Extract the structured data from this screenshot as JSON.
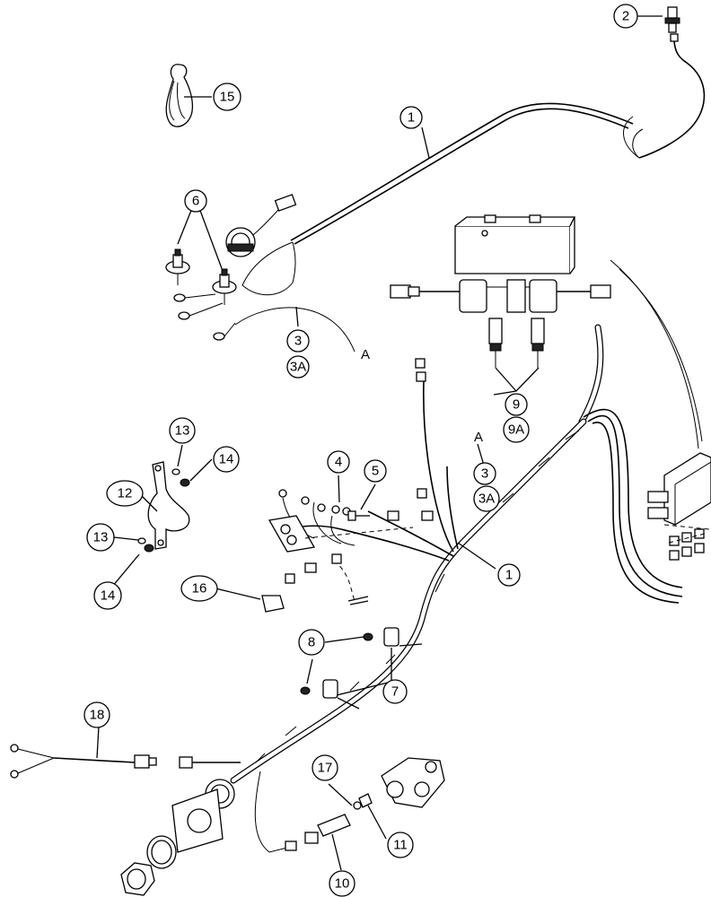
{
  "callouts": [
    {
      "id": "c2",
      "label": "2"
    },
    {
      "id": "c15",
      "label": "15"
    },
    {
      "id": "c1a",
      "label": "1"
    },
    {
      "id": "c6",
      "label": "6"
    },
    {
      "id": "c3a",
      "label": "3"
    },
    {
      "id": "c3Aa",
      "label": "3A"
    },
    {
      "id": "c9",
      "label": "9"
    },
    {
      "id": "c9A",
      "label": "9A"
    },
    {
      "id": "c13a",
      "label": "13"
    },
    {
      "id": "c14a",
      "label": "14"
    },
    {
      "id": "c4",
      "label": "4"
    },
    {
      "id": "c5",
      "label": "5"
    },
    {
      "id": "c3b",
      "label": "3"
    },
    {
      "id": "c3Ab",
      "label": "3A"
    },
    {
      "id": "c12",
      "label": "12"
    },
    {
      "id": "c13b",
      "label": "13"
    },
    {
      "id": "c14b",
      "label": "14"
    },
    {
      "id": "c1b",
      "label": "1"
    },
    {
      "id": "c16",
      "label": "16"
    },
    {
      "id": "c8",
      "label": "8"
    },
    {
      "id": "c7",
      "label": "7"
    },
    {
      "id": "c18",
      "label": "18"
    },
    {
      "id": "c17",
      "label": "17"
    },
    {
      "id": "c11",
      "label": "11"
    },
    {
      "id": "c10",
      "label": "10"
    }
  ],
  "letters": [
    {
      "id": "A1",
      "label": "A"
    },
    {
      "id": "A2",
      "label": "A"
    }
  ]
}
